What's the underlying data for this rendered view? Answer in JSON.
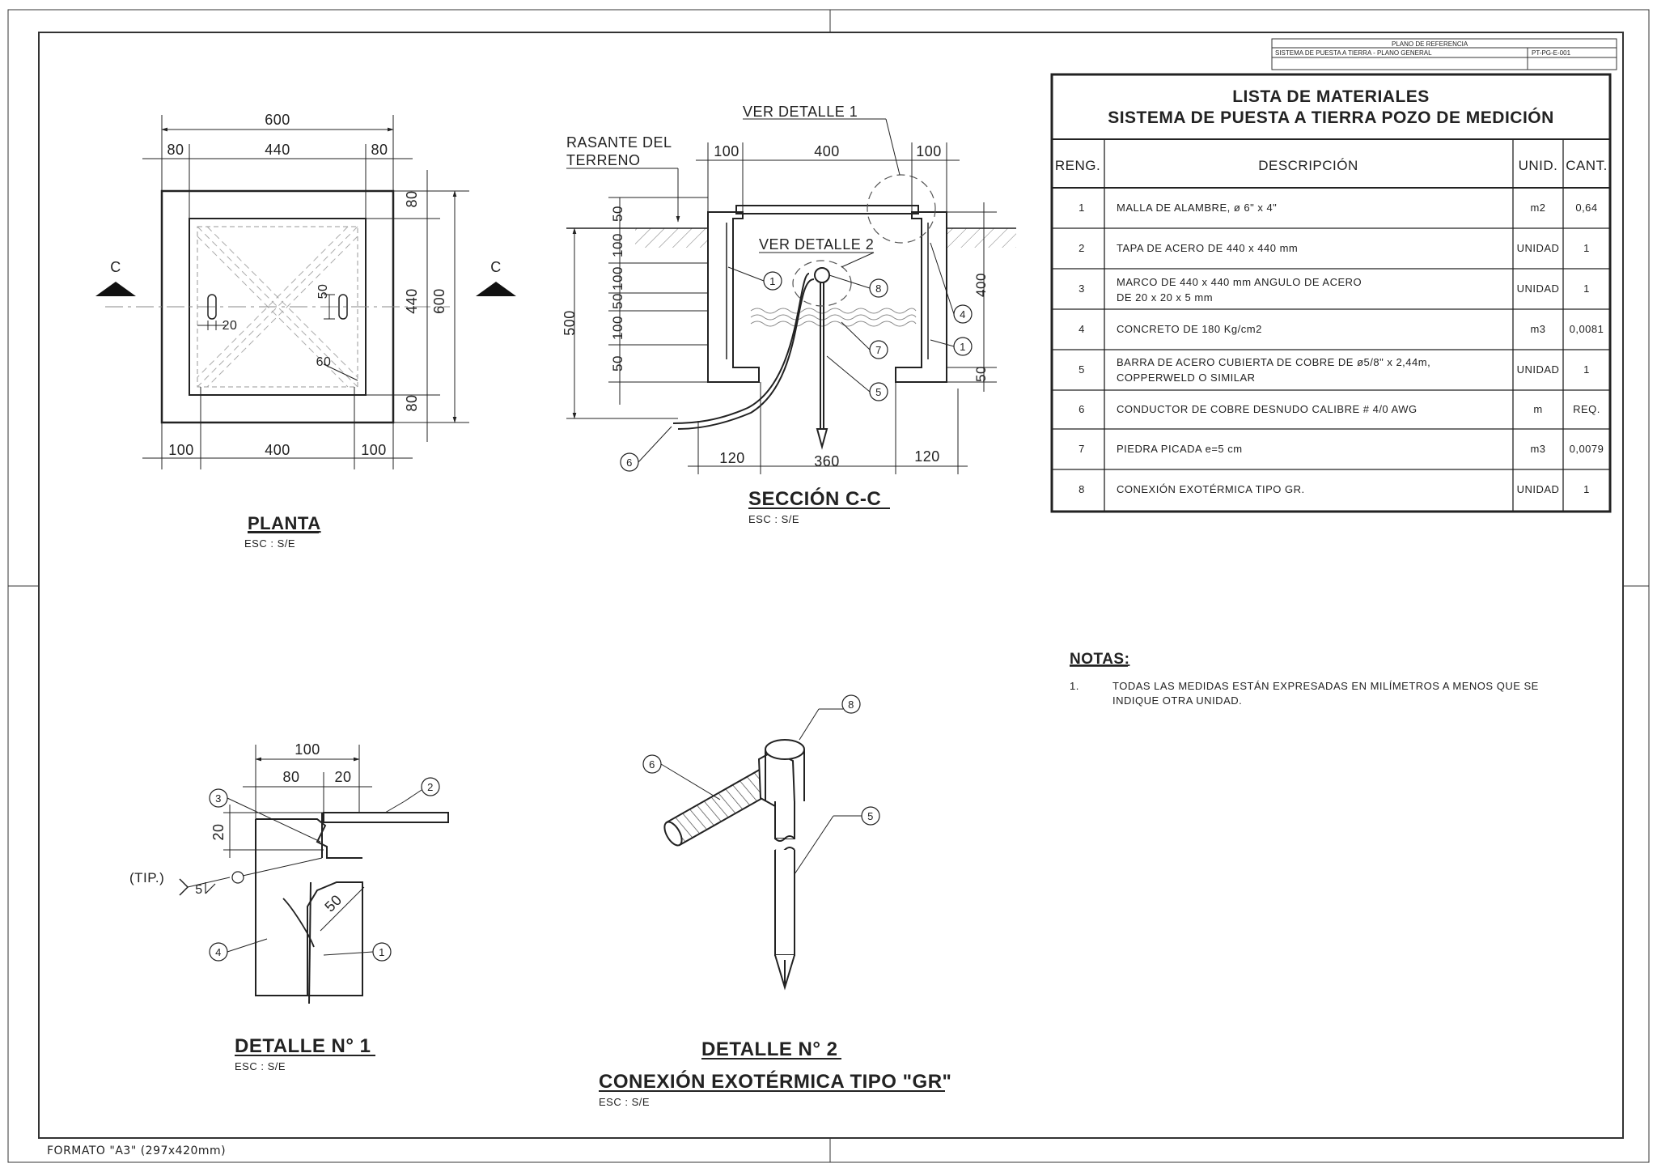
{
  "refblock": {
    "row1": "PLANO DE REFERENCIA",
    "row2_left": "SISTEMA DE PUESTA A TIERRA - PLANO GENERAL",
    "row2_right": "PT-PG-E-001"
  },
  "materials": {
    "title1": "LISTA DE MATERIALES",
    "title2": "SISTEMA DE PUESTA A TIERRA POZO DE MEDICIÓN",
    "headers": {
      "reng": "RENG.",
      "desc": "DESCRIPCIÓN",
      "unid": "UNID.",
      "cant": "CANT."
    },
    "rows": [
      {
        "reng": "1",
        "desc1": "MALLA DE ALAMBRE, ø 6\" x 4\"",
        "desc2": "",
        "unid": "m2",
        "cant": "0,64"
      },
      {
        "reng": "2",
        "desc1": "TAPA DE ACERO DE 440 x 440 mm",
        "desc2": "",
        "unid": "UNIDAD",
        "cant": "1"
      },
      {
        "reng": "3",
        "desc1": "MARCO DE 440 x 440 mm ANGULO DE ACERO",
        "desc2": "DE 20 x 20 x 5 mm",
        "unid": "UNIDAD",
        "cant": "1"
      },
      {
        "reng": "4",
        "desc1": "CONCRETO DE 180 Kg/cm2",
        "desc2": "",
        "unid": "m3",
        "cant": "0,0081"
      },
      {
        "reng": "5",
        "desc1": "BARRA DE ACERO CUBIERTA DE COBRE DE ø5/8\" x 2,44m,",
        "desc2": "COPPERWELD O SIMILAR",
        "unid": "UNIDAD",
        "cant": "1"
      },
      {
        "reng": "6",
        "desc1": "CONDUCTOR DE COBRE DESNUDO CALIBRE # 4/0 AWG",
        "desc2": "",
        "unid": "m",
        "cant": "REQ."
      },
      {
        "reng": "7",
        "desc1": "PIEDRA PICADA e=5 cm",
        "desc2": "",
        "unid": "m3",
        "cant": "0,0079"
      },
      {
        "reng": "8",
        "desc1": "CONEXIÓN EXOTÉRMICA TIPO GR.",
        "desc2": "",
        "unid": "UNIDAD",
        "cant": "1"
      }
    ]
  },
  "notes": {
    "title": "NOTAS:",
    "item_no": "1.",
    "line1": "TODAS LAS MEDIDAS ESTÁN EXPRESADAS EN MILÍMETROS A MENOS QUE SE",
    "line2": "INDIQUE OTRA UNIDAD."
  },
  "planta": {
    "title": "PLANTA",
    "scale": "ESC : S/E",
    "dims": {
      "top": "600",
      "top_left": "80",
      "top_mid": "440",
      "top_right": "80",
      "right_top": "80",
      "right_mid": "440",
      "right_bot": "80",
      "right_total": "600",
      "bot_left": "100",
      "bot_mid": "400",
      "bot_right": "100",
      "slot_w": "20",
      "slot_h": "50",
      "corner": "60"
    },
    "cut": "C"
  },
  "seccion": {
    "title": "SECCIÓN C-C",
    "scale": "ESC : S/E",
    "ver_detalle_1": "VER DETALLE 1",
    "ver_detalle_2": "VER DETALLE 2",
    "rasante_1": "RASANTE DEL",
    "rasante_2": "TERRENO",
    "dims": {
      "top_left": "100",
      "top_mid": "400",
      "top_right": "100",
      "left_a": "50",
      "left_b": "100",
      "left_c": "100",
      "left_d": "50",
      "left_e": "100",
      "left_f": "50",
      "left_total": "500",
      "right_a": "400",
      "right_b": "50",
      "bot_left": "120",
      "bot_mid": "360",
      "bot_right": "120"
    },
    "callouts": [
      "1",
      "8",
      "4",
      "1",
      "7",
      "5",
      "6"
    ]
  },
  "detalle1": {
    "title": "DETALLE N° 1",
    "scale": "ESC : S/E",
    "dims": {
      "top": "100",
      "a": "80",
      "b": "20",
      "side": "20",
      "diag": "50",
      "weld": "5"
    },
    "tip": "(TIP.)",
    "callouts": [
      "2",
      "3",
      "4",
      "1"
    ]
  },
  "detalle2": {
    "title": "DETALLE N° 2",
    "subtitle": "CONEXIÓN EXOTÉRMICA TIPO \"GR\"",
    "scale": "ESC : S/E",
    "callouts": [
      "8",
      "6",
      "5"
    ]
  },
  "format": "FORMATO \"A3\" (297x420mm)"
}
